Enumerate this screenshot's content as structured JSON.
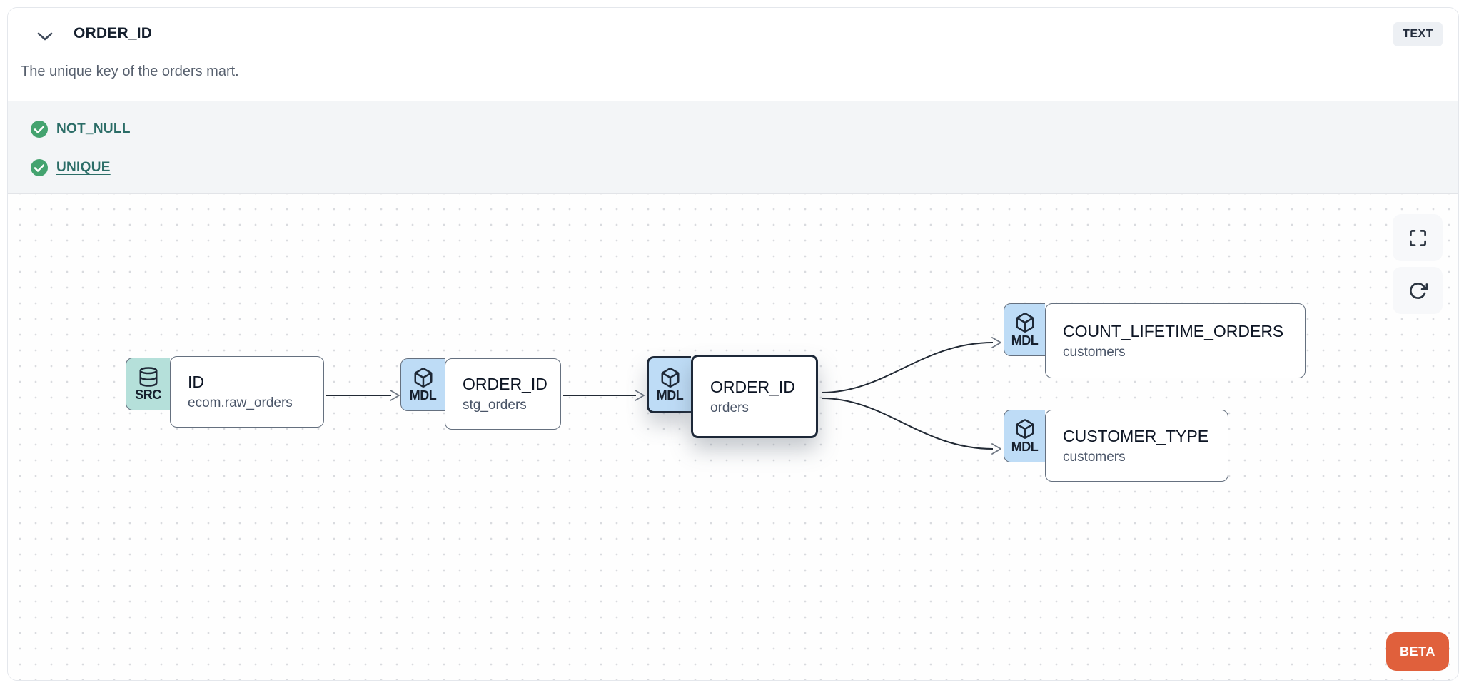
{
  "header": {
    "title": "ORDER_ID",
    "type_badge": "TEXT",
    "description": "The unique key of the orders mart."
  },
  "tests": {
    "items": [
      {
        "label": "NOT_NULL",
        "status": "pass"
      },
      {
        "label": "UNIQUE",
        "status": "pass"
      }
    ]
  },
  "lineage": {
    "nodes": [
      {
        "kind": "SRC",
        "icon": "database",
        "title": "ID",
        "subtitle": "ecom.raw_orders",
        "selected": false
      },
      {
        "kind": "MDL",
        "icon": "box",
        "title": "ORDER_ID",
        "subtitle": "stg_orders",
        "selected": false
      },
      {
        "kind": "MDL",
        "icon": "box",
        "title": "ORDER_ID",
        "subtitle": "orders",
        "selected": true
      },
      {
        "kind": "MDL",
        "icon": "box",
        "title": "COUNT_LIFETIME_ORDERS",
        "subtitle": "customers",
        "selected": false
      },
      {
        "kind": "MDL",
        "icon": "box",
        "title": "CUSTOMER_TYPE",
        "subtitle": "customers",
        "selected": false
      }
    ],
    "edges": [
      {
        "from": 0,
        "to": 1
      },
      {
        "from": 1,
        "to": 2
      },
      {
        "from": 2,
        "to": 3
      },
      {
        "from": 2,
        "to": 4
      }
    ],
    "beta_label": "BETA"
  },
  "colors": {
    "src_badge": "#b5e0da",
    "mdl_badge": "#bedcf6",
    "test_link": "#2b6d67",
    "check_green": "#44a36f",
    "beta_orange": "#e0603c",
    "selected_border": "#1d2838",
    "edge": "#222a35"
  }
}
